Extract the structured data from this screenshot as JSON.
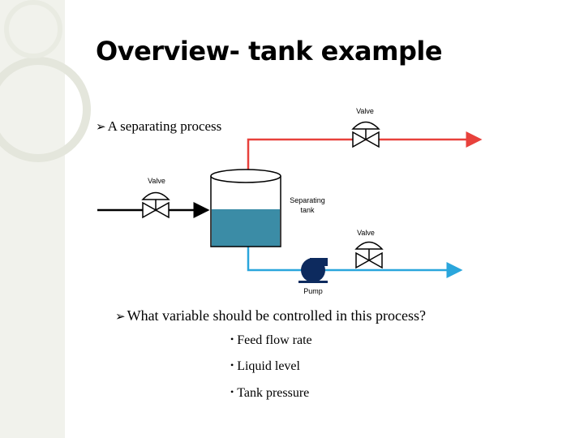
{
  "slide": {
    "title": "Overview- tank example",
    "bullet_1": "A separating process",
    "question": "What variable should be controlled in this process?",
    "options": [
      "Feed flow rate",
      "Liquid level",
      "Tank pressure"
    ]
  },
  "diagram": {
    "valve_top_label": "Valve",
    "valve_left_label": "Valve",
    "valve_right_label": "Valve",
    "tank_label": "Separating tank",
    "pump_label": "Pump",
    "colors": {
      "gas_line": "#e8413c",
      "liquid_line": "#2aa6dc",
      "liquid_fill": "#3b8ca6",
      "pump_fill": "#0d2a5e",
      "feed_line": "#000000"
    }
  }
}
